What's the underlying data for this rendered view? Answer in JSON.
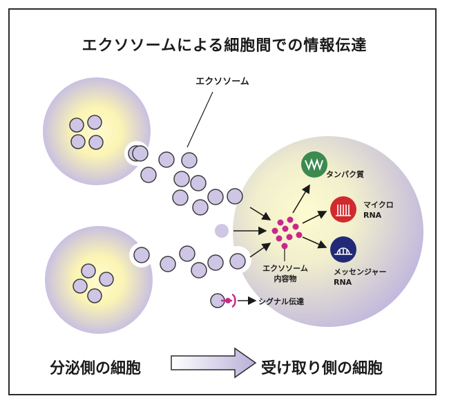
{
  "title": "エクソソームによる細胞間での情報伝達",
  "labels": {
    "exosome": "エクソソーム",
    "contents_line1": "エクソソーム",
    "contents_line2": "内容物",
    "protein": "タンパク質",
    "micro_line1": "マイクロ",
    "micro_line2": "RNA",
    "messenger_line1": "メッセンジャー",
    "messenger_line2": "RNA",
    "signal": "シグナル伝達"
  },
  "bottom": {
    "secreting": "分泌側の細胞",
    "receiving": "受け取り側の細胞"
  },
  "colors": {
    "vesicle": "#cfc6e6",
    "vesicle_stroke": "#3a3a3a",
    "cell_glow": "#fdf6b0",
    "cell_edge": "#cbc2e2",
    "contents": "#c8288a",
    "protein_icon": "#3c8a50",
    "micro_rna_icon": "#d12a2e",
    "messenger_rna_icon": "#222a78"
  },
  "icons": [
    "protein-icon",
    "micro-rna-icon",
    "messenger-rna-icon",
    "receptor-icon",
    "big-arrow-icon"
  ]
}
